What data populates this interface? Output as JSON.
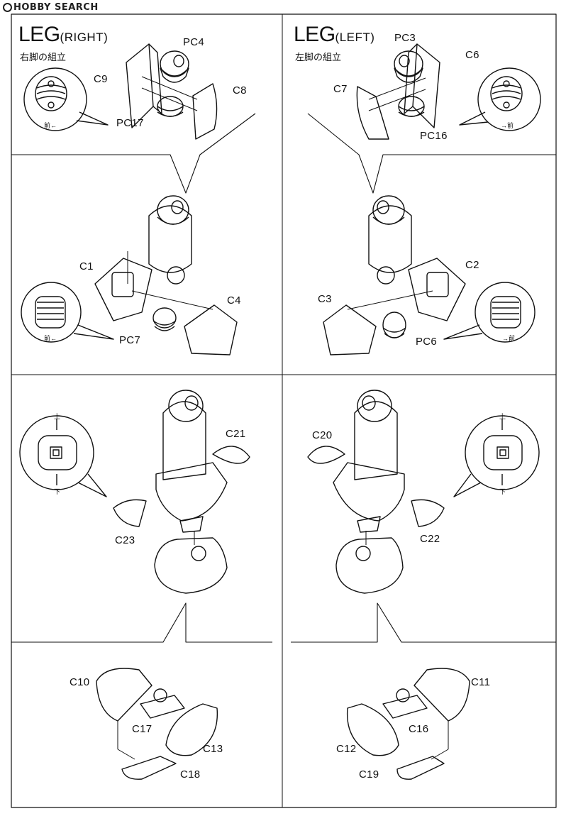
{
  "header": {
    "logo": "HOBBY SEARCH"
  },
  "right": {
    "title": "LEG",
    "title_paren": "(RIGHT)",
    "subtitle": "右脚の組立",
    "s1": {
      "pc4": "PC4",
      "c9": "C9",
      "c8": "C8",
      "pc17": "PC17",
      "dir": "前←"
    },
    "s2": {
      "c1": "C1",
      "c4": "C4",
      "pc7": "PC7",
      "dir": "前←"
    },
    "s3": {
      "c21": "C21",
      "c23": "C23",
      "up": "上",
      "down": "下"
    },
    "s4": {
      "c10": "C10",
      "c17": "C17",
      "c13": "C13",
      "c18": "C18"
    }
  },
  "left": {
    "title": "LEG",
    "title_paren": "(LEFT)",
    "subtitle": "左脚の組立",
    "s1": {
      "pc3": "PC3",
      "c6": "C6",
      "c7": "C7",
      "pc16": "PC16",
      "dir": "→前"
    },
    "s2": {
      "c2": "C2",
      "c3": "C3",
      "pc6": "PC6",
      "dir": "→前"
    },
    "s3": {
      "c20": "C20",
      "c22": "C22",
      "up": "上",
      "down": "下"
    },
    "s4": {
      "c11": "C11",
      "c16": "C16",
      "c12": "C12",
      "c19": "C19"
    }
  }
}
